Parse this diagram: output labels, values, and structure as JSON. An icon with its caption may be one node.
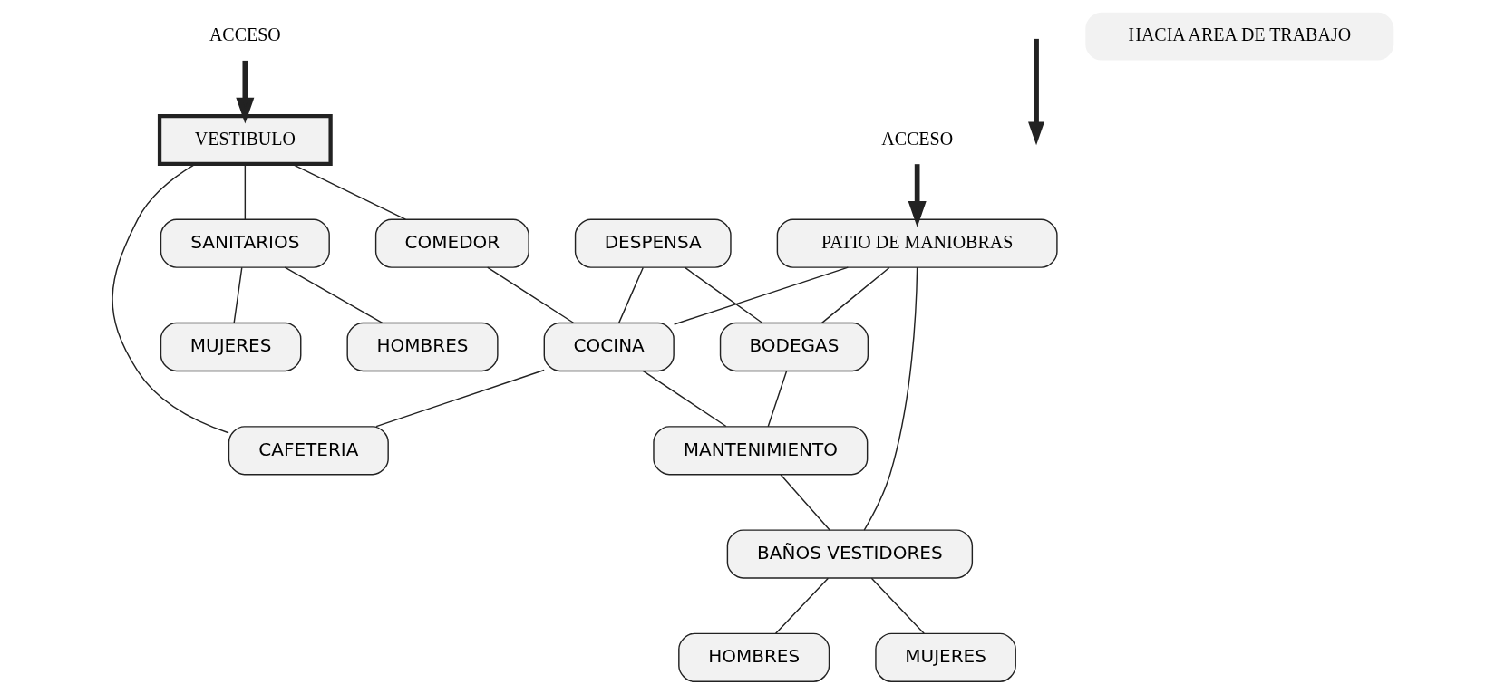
{
  "diagram": {
    "nodes": [
      {
        "text": [
          "ACCESO"
        ]
      },
      {
        "text": [
          "PATIO DE MANIOBRAS"
        ]
      },
      {
        "text": [
          "ACCESO"
        ]
      },
      {
        "text": [
          "VESTIBULO"
        ]
      },
      {
        "text": [
          "HOMBRES"
        ]
      },
      {
        "text": [
          "SANITARIOS"
        ]
      },
      {
        "text": [
          "DESPENSA"
        ]
      },
      {
        "text": [
          "COMEDOR"
        ]
      },
      {
        "text": [
          "MUJERES"
        ]
      },
      {
        "text": [
          "COCINA"
        ]
      },
      {
        "text": [
          "CAFETERIA"
        ]
      },
      {
        "text": [
          "BODEGAS"
        ]
      },
      {
        "text": [
          "MANTENIMIENTO"
        ]
      },
      {
        "text": [
          "HOMBRES"
        ]
      },
      {
        "text": [
          "BAÑOS VESTIDORES"
        ]
      },
      {
        "text": [
          "MUJERES"
        ]
      }
    ],
    "edges": [
      {
        "from": 0,
        "to": 1,
        "arrow": "to",
        "style": "thick"
      },
      {
        "from": 2,
        "to": 3,
        "arrow": "to",
        "style": "thick"
      },
      {
        "from": 1,
        "to": 11,
        "arrow": "none"
      },
      {
        "from": 1,
        "to": 14,
        "arrow": "none"
      },
      {
        "from": 1,
        "to": 9,
        "arrow": "none"
      },
      {
        "from": 3,
        "to": 5,
        "arrow": "none"
      },
      {
        "from": 3,
        "to": 7,
        "arrow": "none"
      },
      {
        "from": 3,
        "to": 10,
        "arrow": "none"
      },
      {
        "from": 5,
        "to": 4,
        "arrow": "none"
      },
      {
        "from": 5,
        "to": 8,
        "arrow": "none"
      },
      {
        "from": 6,
        "to": 9,
        "arrow": "none"
      },
      {
        "from": 6,
        "to": 11,
        "arrow": "none"
      },
      {
        "from": 7,
        "to": 9,
        "arrow": "none"
      },
      {
        "from": 9,
        "to": 10,
        "arrow": "none"
      },
      {
        "from": 9,
        "to": 12,
        "arrow": "none"
      },
      {
        "from": 11,
        "to": 12,
        "arrow": "none"
      },
      {
        "from": 12,
        "to": 14,
        "arrow": "none"
      },
      {
        "from": 14,
        "to": 13,
        "arrow": "none"
      },
      {
        "from": 14,
        "to": 15,
        "arrow": "none"
      }
    ],
    "legend": [
      {
        "text": "HACIA AREA DE TRABAJO"
      }
    ]
  }
}
